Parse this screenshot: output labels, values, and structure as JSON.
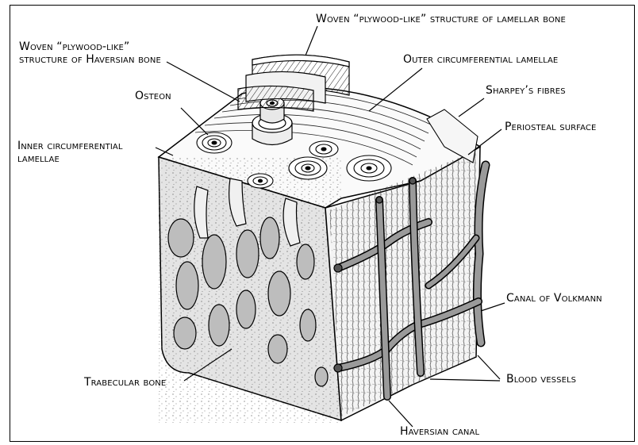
{
  "labels": {
    "woven_lamellar": "Woven “plywood-like” structure of lamellar bone",
    "woven_haversian": "Woven “plywood-like”\nstructure of Haversian bone",
    "outer_circumferential": "Outer circumferential lamellae",
    "osteon": "Osteon",
    "sharpeys_fibres": "Sharpey’s fibres",
    "periosteal_surface": "Periosteal surface",
    "inner_circumferential": "Inner circumferential\nlamellae",
    "canal_of_volkmann": "Canal of Volkmann",
    "trabecular_bone": "Trabecular bone",
    "blood_vessels": "Blood vessels",
    "haversian_canal": "Haversian canal"
  },
  "colors": {
    "ink": "#000000",
    "vessel": "#9a9a9a",
    "trabecular_fill": "#e4e4e4",
    "marrow_fill": "#bdbdbd",
    "background": "#ffffff"
  }
}
